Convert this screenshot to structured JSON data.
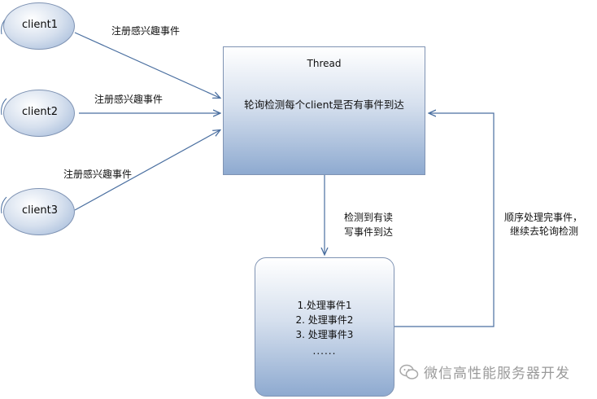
{
  "clients": [
    {
      "label": "client1"
    },
    {
      "label": "client2"
    },
    {
      "label": "client3"
    }
  ],
  "edges": {
    "register_1": "注册感兴趣事件",
    "register_2": "注册感兴趣事件",
    "register_3": "注册感兴趣事件",
    "detected_line1": "检测到有读",
    "detected_line2": "写事件到达",
    "return_line1": "顺序处理完事件，",
    "return_line2": "继续去轮询检测"
  },
  "thread": {
    "title": "Thread",
    "description": "轮询检测每个client是否有事件到达"
  },
  "handler": {
    "items": [
      "1.处理事件1",
      "2. 处理事件2",
      "3. 处理事件3",
      "......"
    ]
  },
  "watermark": {
    "text": "微信高性能服务器开发",
    "icon": "wechat-icon"
  },
  "colors": {
    "stroke": "#4a6fa0",
    "box_border": "#7f93b3"
  }
}
